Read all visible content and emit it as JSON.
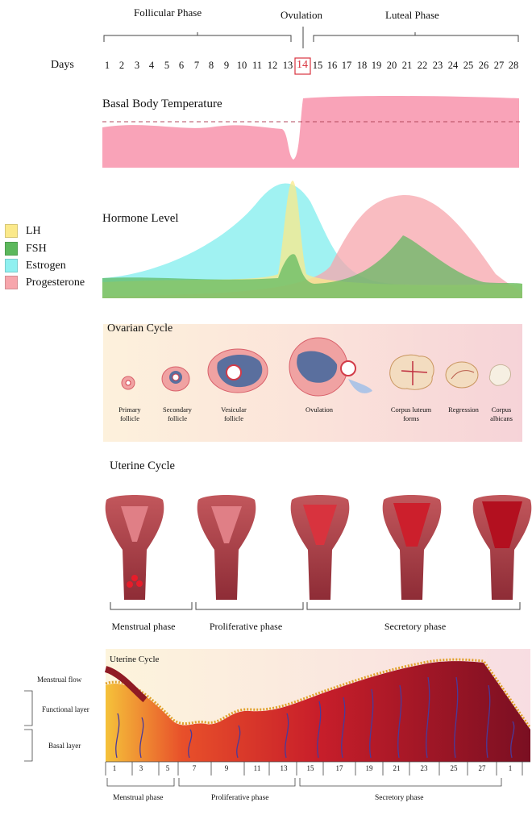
{
  "phases": {
    "follicular": "Follicular Phase",
    "ovulation": "Ovulation",
    "luteal": "Luteal Phase"
  },
  "days_label": "Days",
  "days": [
    "1",
    "2",
    "3",
    "4",
    "5",
    "6",
    "7",
    "8",
    "9",
    "10",
    "11",
    "12",
    "13",
    "14",
    "15",
    "16",
    "17",
    "18",
    "19",
    "20",
    "21",
    "22",
    "23",
    "24",
    "25",
    "26",
    "27",
    "28"
  ],
  "highlight_day": "14",
  "basal": {
    "title": "Basal Body Temperature",
    "color": "#f9a3b8"
  },
  "hormone": {
    "title": "Hormone Level",
    "legend": [
      {
        "label": "LH",
        "color": "#fbe98a"
      },
      {
        "label": "FSH",
        "color": "#5cb85c"
      },
      {
        "label": "Estrogen",
        "color": "#8ff0f0"
      },
      {
        "label": "Progesterone",
        "color": "#f7a6ac"
      }
    ]
  },
  "ovarian": {
    "title": "Ovarian Cycle",
    "stages": [
      {
        "line1": "Primary",
        "line2": "follicle"
      },
      {
        "line1": "Secondary",
        "line2": "follicle"
      },
      {
        "line1": "Vesicular",
        "line2": "follicle"
      },
      {
        "line1": "Ovulation",
        "line2": ""
      },
      {
        "line1": "Corpus luteum",
        "line2": "forms"
      },
      {
        "line1": "Regression",
        "line2": ""
      },
      {
        "line1": "Corpus",
        "line2": "albicans"
      }
    ]
  },
  "uterine": {
    "title": "Uterine Cycle",
    "phases": [
      "Menstrual phase",
      "Proliferative phase",
      "Secretory phase"
    ]
  },
  "endometrium": {
    "title": "Uterine Cycle",
    "layers": [
      "Menstrual flow",
      "Functional layer",
      "Basal layer"
    ],
    "ticks": [
      "1",
      "3",
      "5",
      "7",
      "9",
      "11",
      "13",
      "15",
      "17",
      "19",
      "21",
      "23",
      "25",
      "27",
      "1"
    ],
    "phases": [
      "Menstrual phase",
      "Proliferative phase",
      "Secretory phase"
    ]
  }
}
